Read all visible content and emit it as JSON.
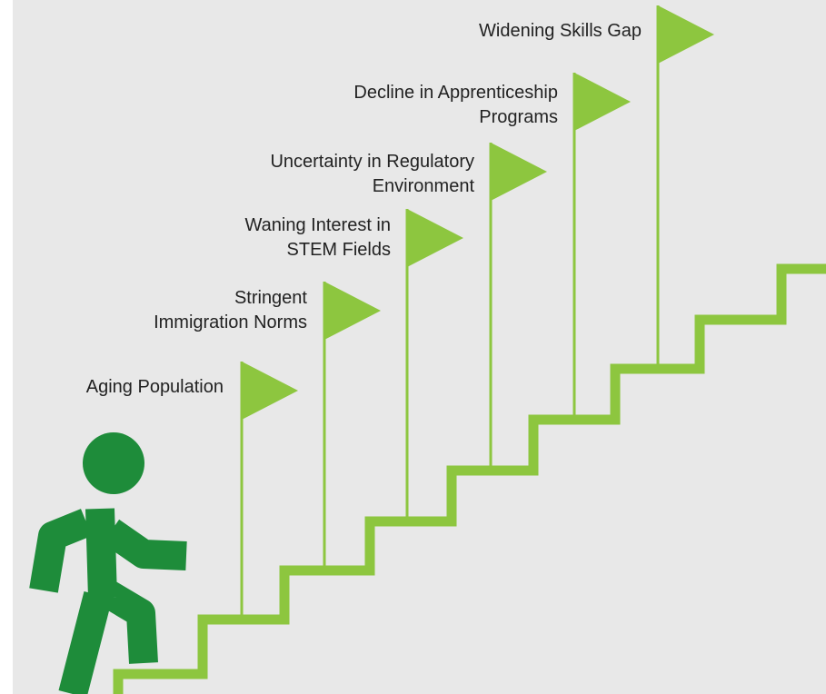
{
  "colors": {
    "background": "#e8e8e8",
    "step_green": "#8dc63f",
    "flag_green": "#8dc63f",
    "figure_green": "#1e8c3a",
    "text": "#222222"
  },
  "flags": [
    {
      "lines": [
        "Aging Population"
      ]
    },
    {
      "lines": [
        "Stringent",
        "Immigration Norms"
      ]
    },
    {
      "lines": [
        "Waning Interest in",
        "STEM Fields"
      ]
    },
    {
      "lines": [
        "Uncertainty in Regulatory",
        "Environment"
      ]
    },
    {
      "lines": [
        "Decline in Apprenticeship",
        "Programs"
      ]
    },
    {
      "lines": [
        "Widening Skills Gap"
      ]
    }
  ],
  "figure": {
    "icon": "climbing-person-icon"
  }
}
